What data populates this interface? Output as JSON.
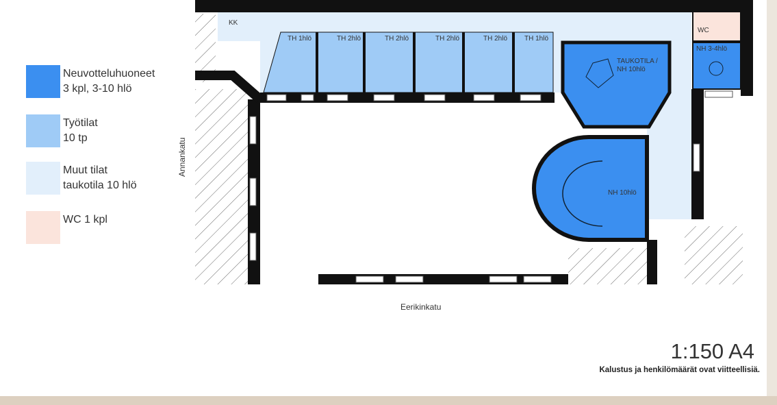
{
  "legend": [
    {
      "line1": "Neuvotteluhuoneet",
      "line2": "3 kpl, 3-10 hlö",
      "color": "#3b8ff0"
    },
    {
      "line1": "Työtilat",
      "line2": "10 tp",
      "color": "#9fcbf6"
    },
    {
      "line1": "Muut tilat",
      "line2": "taukotila 10 hlö",
      "color": "#e2effb"
    },
    {
      "line1": "WC 1 kpl",
      "line2": "",
      "color": "#fbe4dc"
    }
  ],
  "rooms": {
    "kk": "KK",
    "work": [
      "TH 1hlö",
      "TH 2hlö",
      "TH 2hlö",
      "TH 2hlö",
      "TH 2hlö",
      "TH 1hlö"
    ],
    "taukotila_1": "TAUKOTILA /",
    "taukotila_2": "NH 10hlö",
    "wc": "WC",
    "nh34": "NH 3-4hlö",
    "nh10": "NH 10hlö"
  },
  "streets": {
    "left": "Annankatu",
    "bottom": "Eerikinkatu"
  },
  "scale": "1:150 A4",
  "note": "Kalustus ja henkilömäärät ovat viitteellisiä."
}
